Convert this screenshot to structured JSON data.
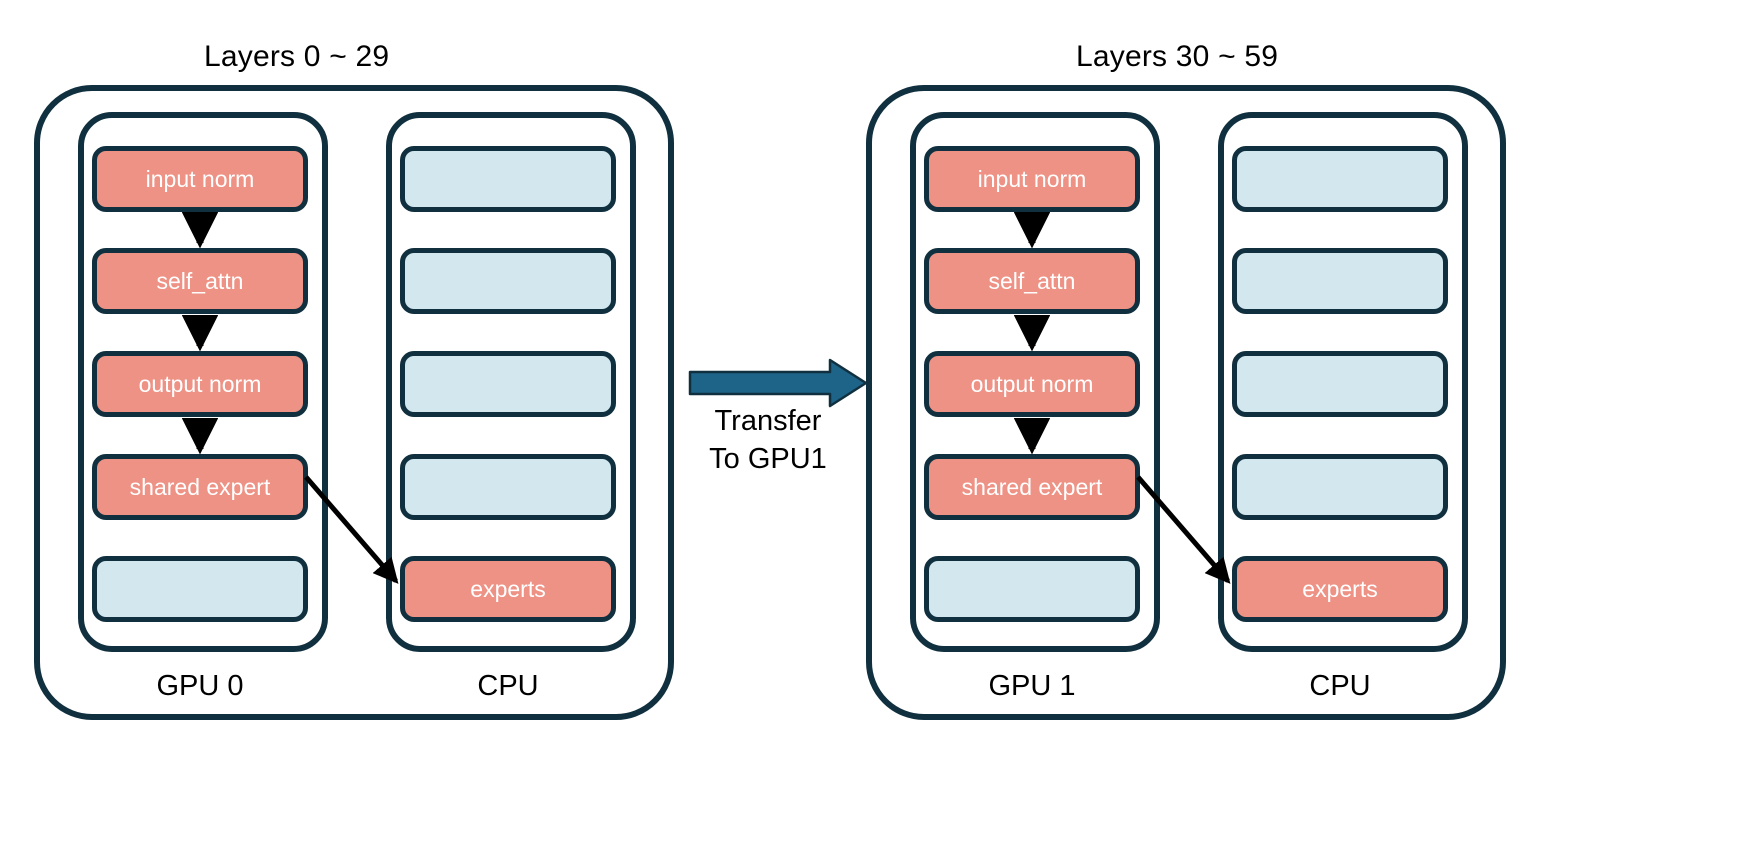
{
  "diagram": {
    "title_left": "Layers 0 ~ 29",
    "title_right": "Layers 30 ~ 59",
    "transfer_line1": "Transfer",
    "transfer_line2": "To GPU1",
    "colors": {
      "accent_red": "#ee9285",
      "accent_blue": "#d2e7ee",
      "outline": "#11303f",
      "transfer_arrow": "#1d6488",
      "flow_arrow": "#000000",
      "background": "#ffffff",
      "text_on_red": "#ffffff",
      "text_plain": "#000000"
    }
  },
  "panels": [
    {
      "id": "panel-left",
      "title": "Layers 0 ~ 29",
      "gpu": {
        "label": "GPU 0",
        "blocks": [
          {
            "label": "input norm",
            "kind": "red"
          },
          {
            "label": "self_attn",
            "kind": "red"
          },
          {
            "label": "output norm",
            "kind": "red"
          },
          {
            "label": "shared expert",
            "kind": "red"
          },
          {
            "label": "",
            "kind": "blue"
          }
        ]
      },
      "cpu": {
        "label": "CPU",
        "blocks": [
          {
            "label": "",
            "kind": "blue"
          },
          {
            "label": "",
            "kind": "blue"
          },
          {
            "label": "",
            "kind": "blue"
          },
          {
            "label": "",
            "kind": "blue"
          },
          {
            "label": "experts",
            "kind": "red"
          }
        ]
      }
    },
    {
      "id": "panel-right",
      "title": "Layers 30 ~ 59",
      "gpu": {
        "label": "GPU 1",
        "blocks": [
          {
            "label": "input norm",
            "kind": "red"
          },
          {
            "label": "self_attn",
            "kind": "red"
          },
          {
            "label": "output norm",
            "kind": "red"
          },
          {
            "label": "shared expert",
            "kind": "red"
          },
          {
            "label": "",
            "kind": "blue"
          }
        ]
      },
      "cpu": {
        "label": "CPU",
        "blocks": [
          {
            "label": "",
            "kind": "blue"
          },
          {
            "label": "",
            "kind": "blue"
          },
          {
            "label": "",
            "kind": "blue"
          },
          {
            "label": "",
            "kind": "blue"
          },
          {
            "label": "experts",
            "kind": "red"
          }
        ]
      }
    }
  ]
}
